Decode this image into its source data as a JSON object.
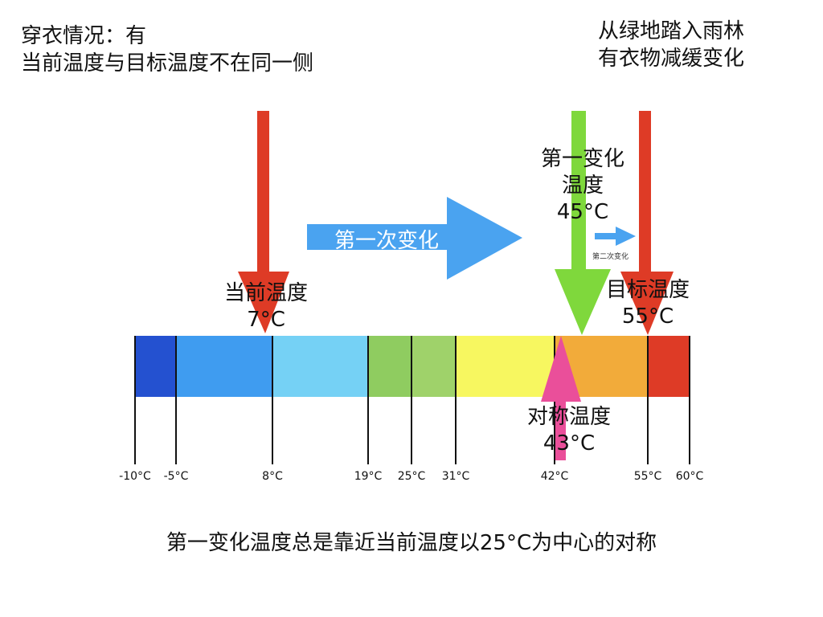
{
  "notes": {
    "top_left": [
      "穿衣情况：有",
      "当前温度与目标温度不在同一侧"
    ],
    "top_right": [
      "从绿地踏入雨林",
      "有衣物减缓变化"
    ]
  },
  "arrows": {
    "first_change": "第一次变化",
    "second_change": "第二次变化"
  },
  "labels": {
    "current": {
      "name": "当前温度",
      "value": "7°C"
    },
    "first_change": {
      "name_lines": [
        "第一变化",
        "温度"
      ],
      "value": "45°C"
    },
    "target": {
      "name": "目标温度",
      "value": "55°C"
    },
    "symmetric": {
      "name": "对称温度",
      "value": "43°C"
    }
  },
  "scale": {
    "ticks": [
      {
        "value": -10,
        "label": "-10°C"
      },
      {
        "value": -5,
        "label": "-5°C"
      },
      {
        "value": 8,
        "label": "8°C"
      },
      {
        "value": 19,
        "label": "19°C"
      },
      {
        "value": 25,
        "label": "25°C"
      },
      {
        "value": 31,
        "label": "31°C"
      },
      {
        "value": 42,
        "label": "42°C"
      },
      {
        "value": 55,
        "label": "55°C"
      },
      {
        "value": 60,
        "label": "60°C"
      }
    ],
    "bands": [
      {
        "from": -10,
        "to": -5,
        "color": "#2451d0"
      },
      {
        "from": -5,
        "to": 8,
        "color": "#3f9cf0"
      },
      {
        "from": 8,
        "to": 19,
        "color": "#75d1f5"
      },
      {
        "from": 19,
        "to": 25,
        "color": "#8fcc60"
      },
      {
        "from": 25,
        "to": 31,
        "color": "#9fd26a"
      },
      {
        "from": 31,
        "to": 42,
        "color": "#f7f760"
      },
      {
        "from": 42,
        "to": 55,
        "color": "#f2ab3a"
      },
      {
        "from": 55,
        "to": 60,
        "color": "#de3b26"
      }
    ]
  },
  "caption": "第一变化温度总是靠近当前温度以25°C为中心的对称",
  "colors": {
    "red_arrow": "#de3b26",
    "green_arrow": "#7fd83c",
    "blue_arrow": "#4aa3f0",
    "pink_arrow": "#ea4f9a",
    "tick_line": "#111111"
  }
}
